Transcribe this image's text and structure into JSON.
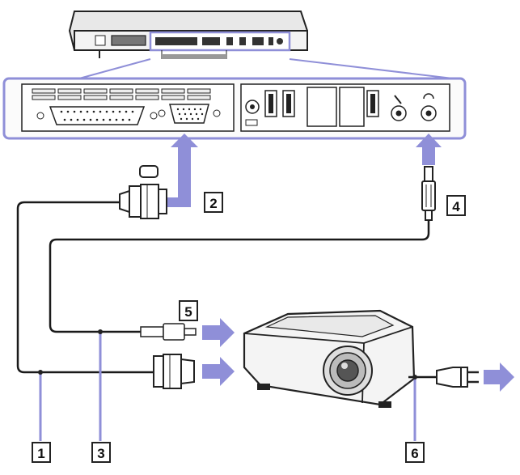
{
  "callouts": [
    {
      "id": "1",
      "text": "1"
    },
    {
      "id": "2",
      "text": "2"
    },
    {
      "id": "3",
      "text": "3"
    },
    {
      "id": "4",
      "text": "4"
    },
    {
      "id": "5",
      "text": "5"
    },
    {
      "id": "6",
      "text": "6"
    }
  ],
  "colors": {
    "accent": "#8f8fd8",
    "line": "#1a1a1a",
    "panel_fill": "#fbfbfb",
    "device_fill": "#f4f4f4"
  },
  "icons": [
    "laptop-icon",
    "port-panel-icon",
    "vga-plug-icon",
    "audio-jack-icon",
    "projector-icon",
    "power-plug-icon",
    "arrow-up-icon",
    "arrow-right-icon"
  ]
}
